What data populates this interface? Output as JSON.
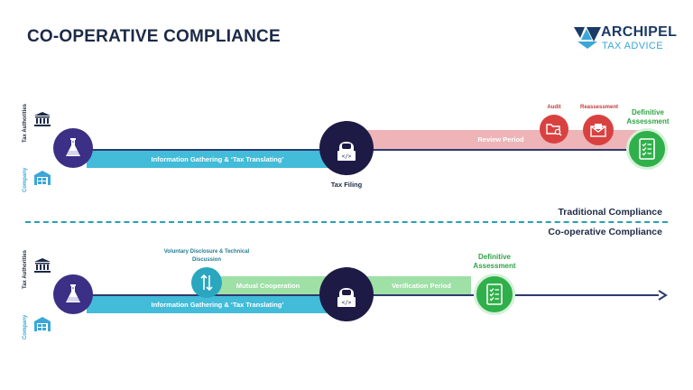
{
  "header": {
    "title": "CO-OPERATIVE COMPLIANCE",
    "logo_name": "ARCHIPEL",
    "logo_sub": "TAX ADVICE"
  },
  "side_labels": {
    "tax_authorities": "Tax Authorities",
    "company": "Company"
  },
  "traditional": {
    "band_info": "Information Gathering & ‘Tax Translating’",
    "tax_filing": "Tax Filing",
    "review_period": "Review Period",
    "audit": "Audit",
    "reassessment": "Reassessment",
    "definitive_assessment": "Definitive Assessment",
    "section_label": "Traditional Compliance"
  },
  "cooperative": {
    "section_label": "Co-operative Compliance",
    "voluntary_disclosure": "Voluntary Disclosure & Technical Discussion",
    "mutual_cooperation": "Mutual Cooperation",
    "verification_period": "Verification Period",
    "definitive_assessment": "Definitive Assessment",
    "band_info": "Information Gathering & ‘Tax Translating’"
  },
  "colors": {
    "navy": "#1d1b45",
    "purple": "#3b2f86",
    "teal": "#42bcd8",
    "pink": "#eeb4b8",
    "light_green": "#9ee0a6",
    "green": "#2fb04a",
    "red": "#d94141"
  },
  "icons": {
    "tax_authorities": "building-icon",
    "company": "warehouse-icon",
    "start": "flask-icon",
    "filing": "hacker-laptop-icon",
    "audit": "folder-search-icon",
    "reassessment": "envelope-icon",
    "assessment": "checklist-icon",
    "disclosure": "arrows-updown-icon"
  }
}
